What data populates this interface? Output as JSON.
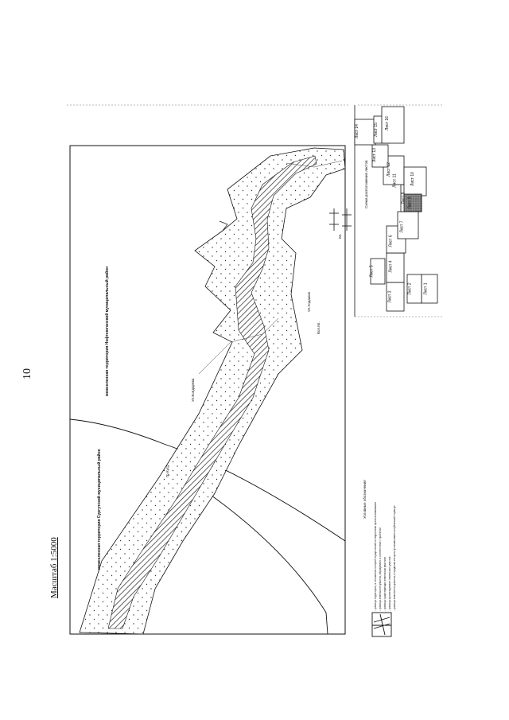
{
  "page": {
    "number": "10"
  },
  "map": {
    "scale_label": "Масштаб 1:5000",
    "region_label_1": "межселенная территория Сургутский муниципальный район",
    "region_label_2": "межселенная территория Нефтеюганский муниципальный район",
    "annotations": [
      "Ул.Бондарева",
      "Ул.Ходамов",
      "Кп.",
      "Гр.Куст.",
      "Вол.Кп."
    ],
    "colors": {
      "ink": "#111111",
      "paper": "#ffffff",
      "hatch": "#222222"
    }
  },
  "index_map": {
    "title": "Схема расположения листов",
    "sheets": [
      {
        "label": "Лист 1"
      },
      {
        "label": "Лист 2"
      },
      {
        "label": "Лист 3"
      },
      {
        "label": "Лист 4"
      },
      {
        "label": "Лист 5"
      },
      {
        "label": "Лист 6"
      },
      {
        "label": "Лист 7"
      },
      {
        "label": "Лист 8"
      },
      {
        "label": "Лист 9"
      },
      {
        "label": "Лист 10"
      },
      {
        "label": "Лист 11"
      },
      {
        "label": "Лист 12"
      },
      {
        "label": "Лист 13"
      },
      {
        "label": "Лист 14"
      },
      {
        "label": "Лист 15"
      },
      {
        "label": "Лист 16"
      }
    ]
  },
  "legend": {
    "title": "Условные обозначения",
    "items": [
      "- граница территории, в отношении которой осуществляется подготовка проекта межевания",
      "- граница земельного участка, образуемого в соответствии с проектом",
      "- граница существующих земельных участков",
      "- граница проектируемого земельного участка",
      "- граница земельного участка, в пределах которого устанавливается публичный сервитут"
    ]
  }
}
